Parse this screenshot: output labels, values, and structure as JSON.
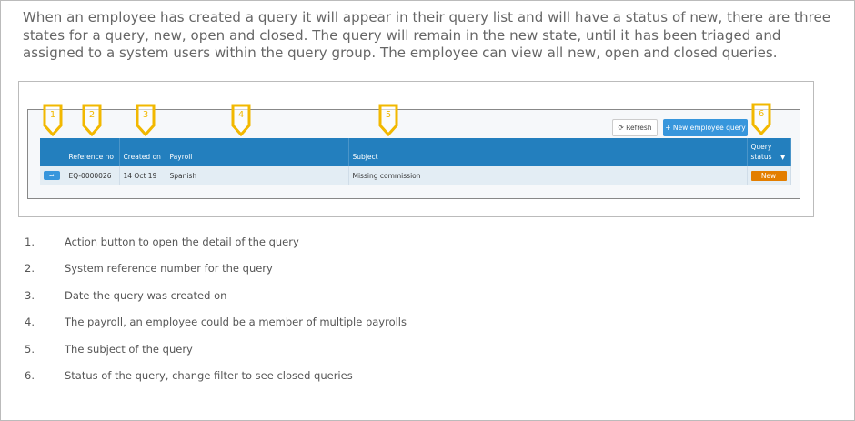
{
  "intro": "When an employee has created a query it will appear in their query list and will have a status of new, there are three states for a query, new, open and closed. The query will remain in the new state, until it has been triaged and assigned to a system users within the query group. The employee can view all new, open and closed queries.",
  "toolbar": {
    "refresh": "Refresh",
    "new_query": "+ New employee query"
  },
  "table": {
    "headers": [
      "",
      "Reference no",
      "Created on",
      "Payroll",
      "Subject",
      "Query status"
    ],
    "rows": [
      {
        "reference": "EQ-0000026",
        "created": "14 Oct 19",
        "payroll": "Spanish",
        "subject": "Missing commission",
        "status": "New"
      }
    ]
  },
  "markers": [
    "1",
    "2",
    "3",
    "4",
    "5",
    "6"
  ],
  "legend": [
    {
      "n": "1.",
      "text": "Action button to open the detail of the query"
    },
    {
      "n": "2.",
      "text": "System reference number for the query"
    },
    {
      "n": "3.",
      "text": "Date the query was created on"
    },
    {
      "n": "4.",
      "text": "The payroll, an employee could be a member of multiple payrolls"
    },
    {
      "n": "5.",
      "text": "The subject of the query"
    },
    {
      "n": "6.",
      "text": "Status of the query, change filter to see closed queries"
    }
  ],
  "colors": {
    "header": "#237fbe",
    "badge": "#e37e00",
    "marker": "#f2b800"
  }
}
